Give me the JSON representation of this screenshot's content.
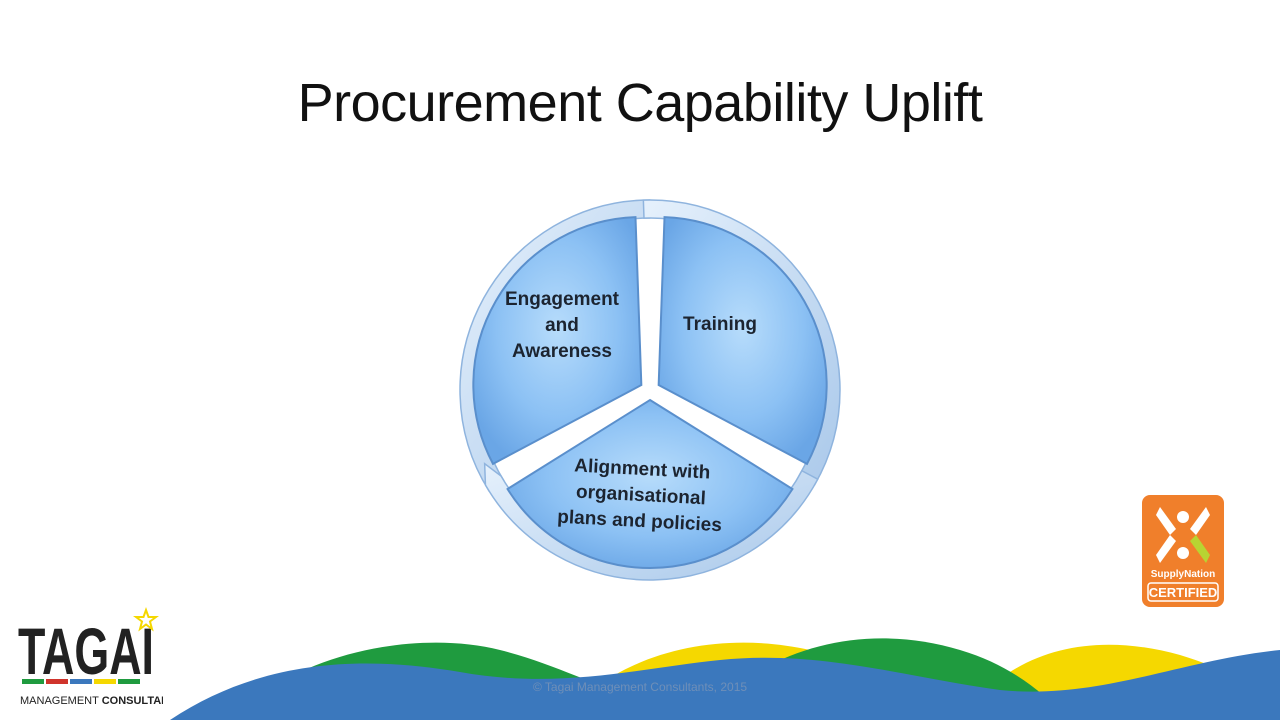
{
  "slide": {
    "title": "Procurement Capability Uplift",
    "footer": "© Tagai Management Consultants, 2015"
  },
  "cycle": {
    "segments": [
      {
        "label_lines": [
          "Engagement",
          "and",
          "Awareness"
        ]
      },
      {
        "label_lines": [
          "Training"
        ]
      },
      {
        "label_lines": [
          "Alignment with",
          "organisational",
          "plans and policies"
        ]
      }
    ]
  },
  "logos": {
    "tagai": {
      "wordmark": "TAGAI",
      "subtitle_a": "MANAGEMENT ",
      "subtitle_b": "CONSULTANTS"
    },
    "supply_nation": {
      "brand": "SupplyNation",
      "status": "CERTIFIED"
    }
  },
  "colors": {
    "segment_blue": "#8fc3f5",
    "ring_blue": "#c8def5",
    "wave_green": "#1f9b3f",
    "wave_yellow": "#f5d800",
    "wave_blue": "#3b78bd",
    "badge_orange": "#f07f2b"
  }
}
